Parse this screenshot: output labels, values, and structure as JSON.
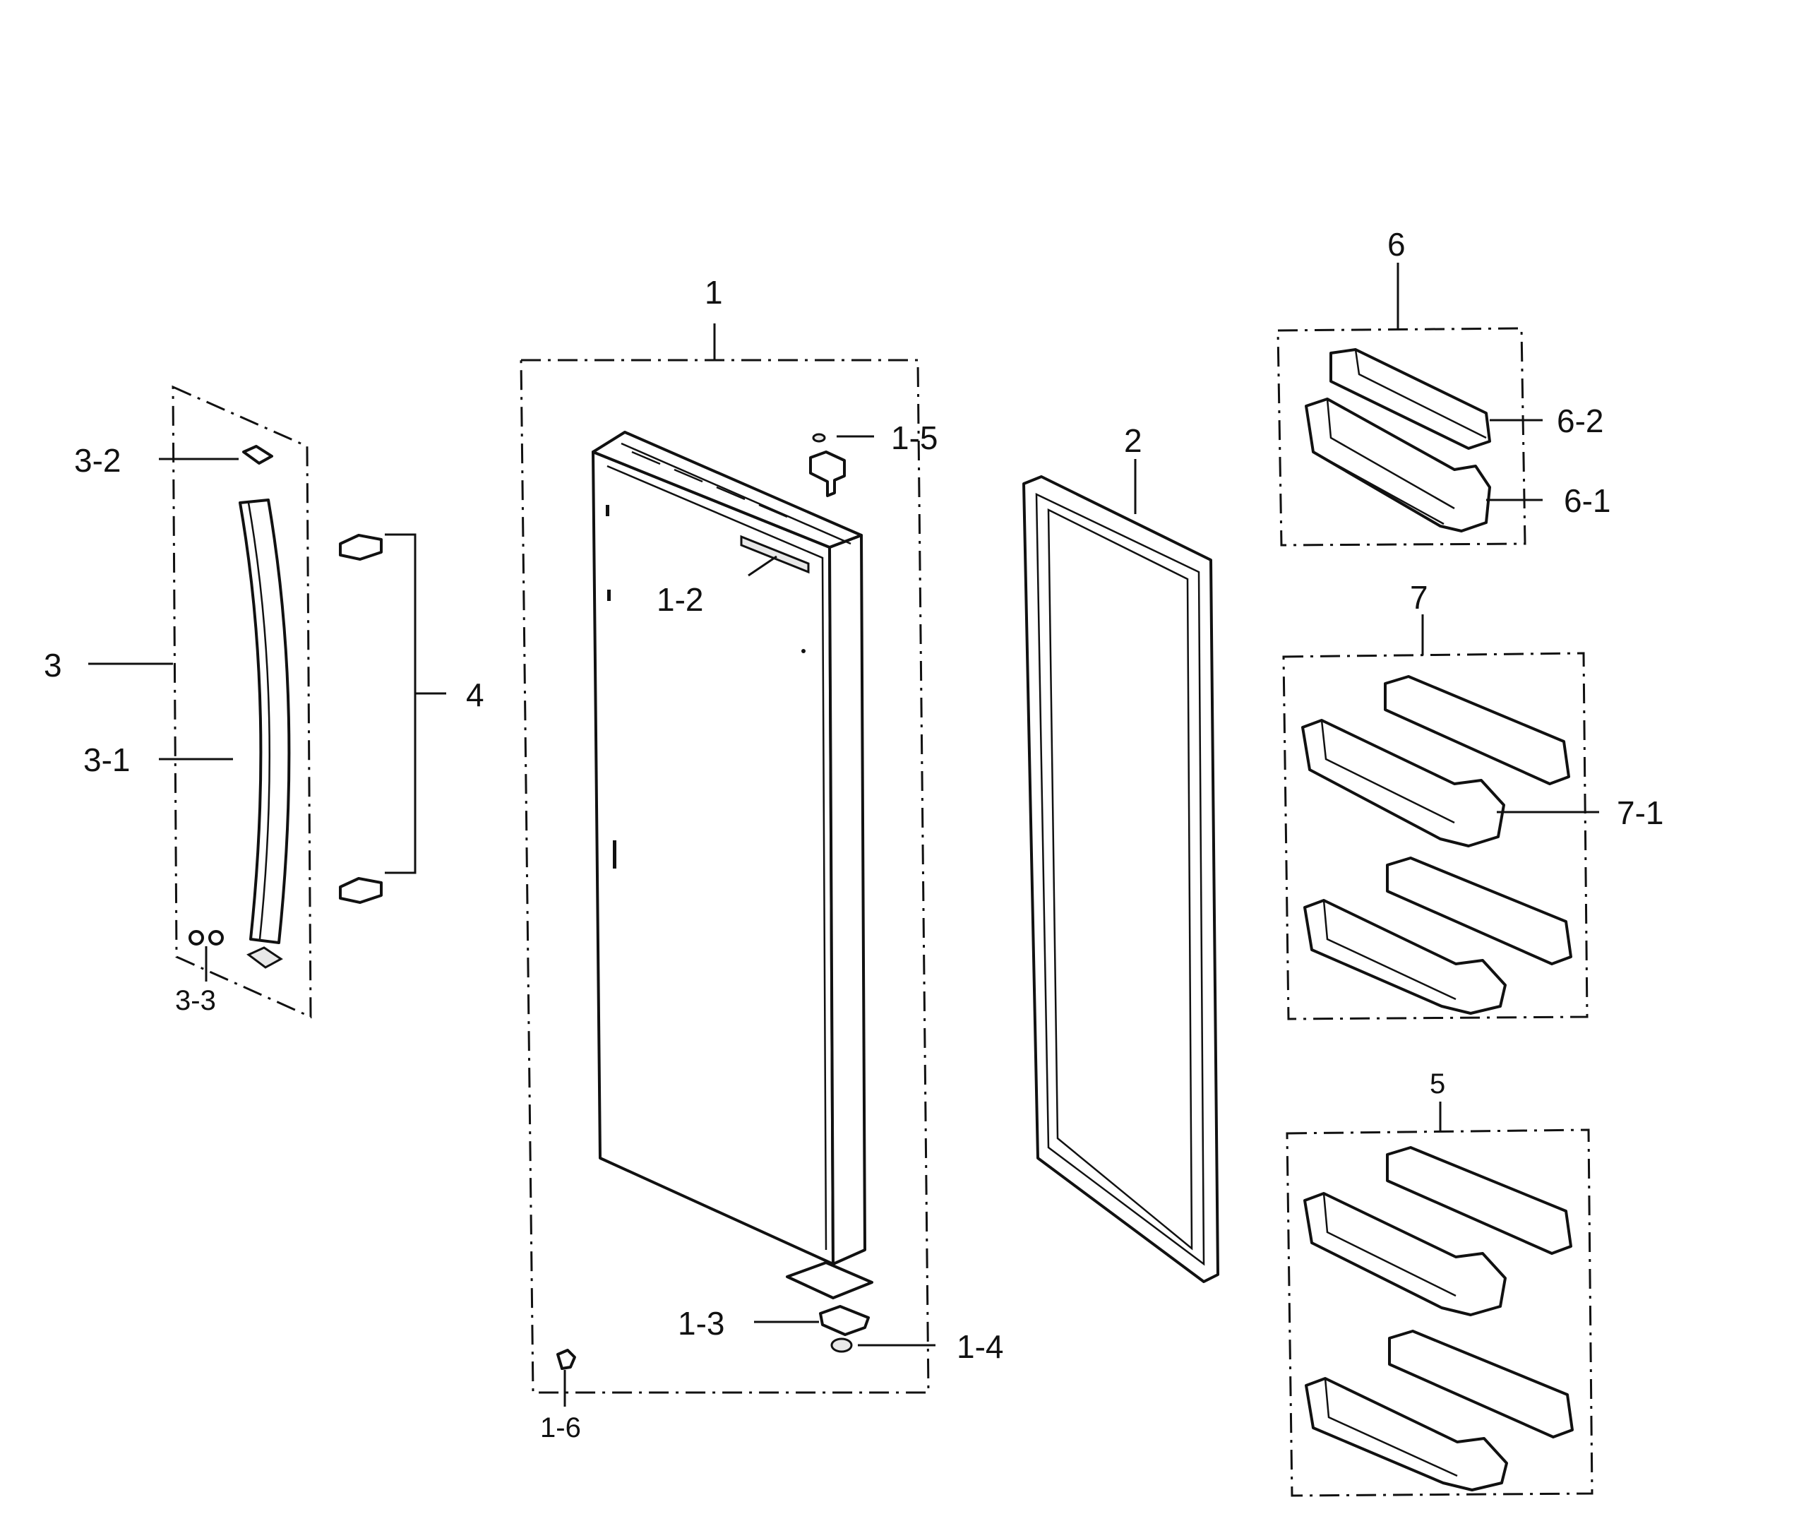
{
  "diagram": {
    "callouts": {
      "door_assembly": "1",
      "door_cover": "1-2",
      "hinge_bracket": "1-3",
      "washer": "1-4",
      "top_cap": "1-5",
      "screw": "1-6",
      "gasket": "2",
      "handle_assembly": "3",
      "handle": "3-1",
      "handle_cap": "3-2",
      "handle_screws": "3-3",
      "mounting_bolts": "4",
      "guard_assembly_5": "5",
      "guard_assembly_6": "6",
      "guard_6_1": "6-1",
      "guard_6_2": "6-2",
      "guard_assembly_7": "7",
      "guard_7_1": "7-1"
    }
  }
}
